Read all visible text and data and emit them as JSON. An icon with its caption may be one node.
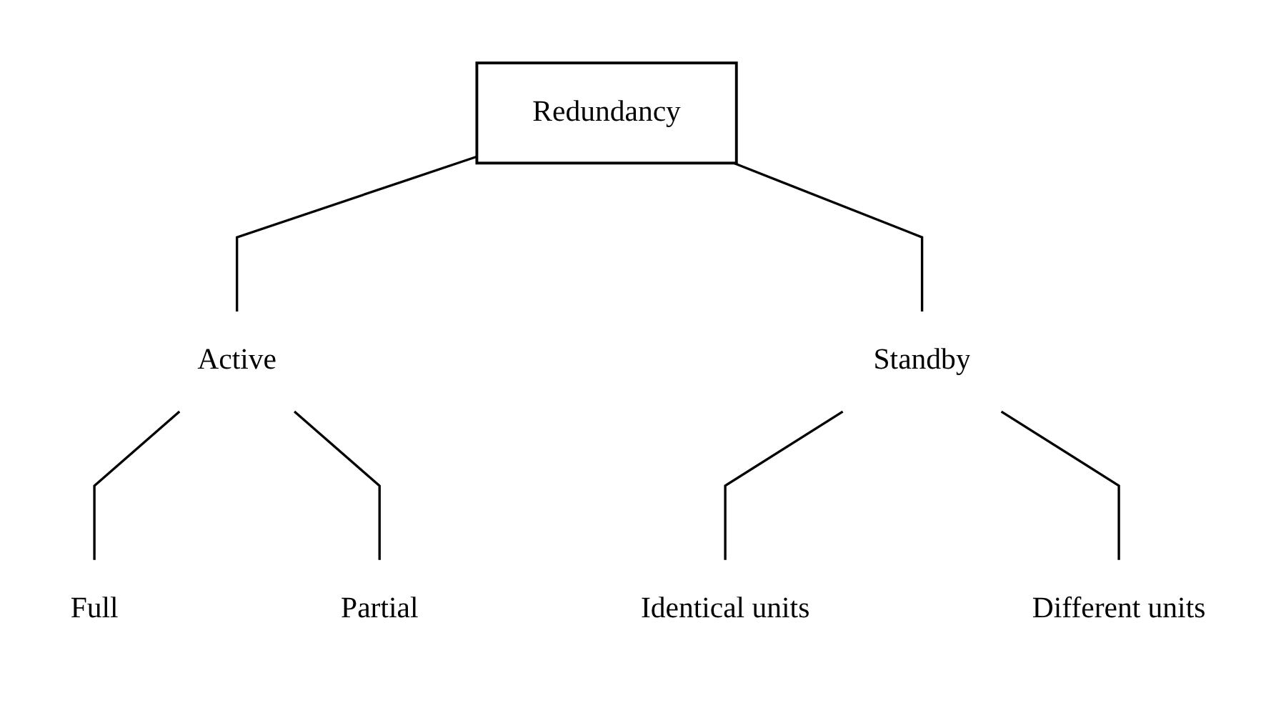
{
  "diagram": {
    "nodes": [
      {
        "text": [
          "Redundancy"
        ]
      },
      {
        "text": [
          "Active"
        ]
      },
      {
        "text": [
          "Standby"
        ]
      },
      {
        "text": [
          "Full"
        ]
      },
      {
        "text": [
          "Partial"
        ]
      },
      {
        "text": [
          "Identical units"
        ]
      },
      {
        "text": [
          "Different units"
        ]
      }
    ],
    "edges": [
      {
        "from": 0,
        "to": 1,
        "arrow": "none"
      },
      {
        "from": 0,
        "to": 2,
        "arrow": "none"
      },
      {
        "from": 1,
        "to": 3,
        "arrow": "none"
      },
      {
        "from": 1,
        "to": 4,
        "arrow": "none"
      },
      {
        "from": 2,
        "to": 5,
        "arrow": "none"
      },
      {
        "from": 2,
        "to": 6,
        "arrow": "none"
      }
    ]
  }
}
